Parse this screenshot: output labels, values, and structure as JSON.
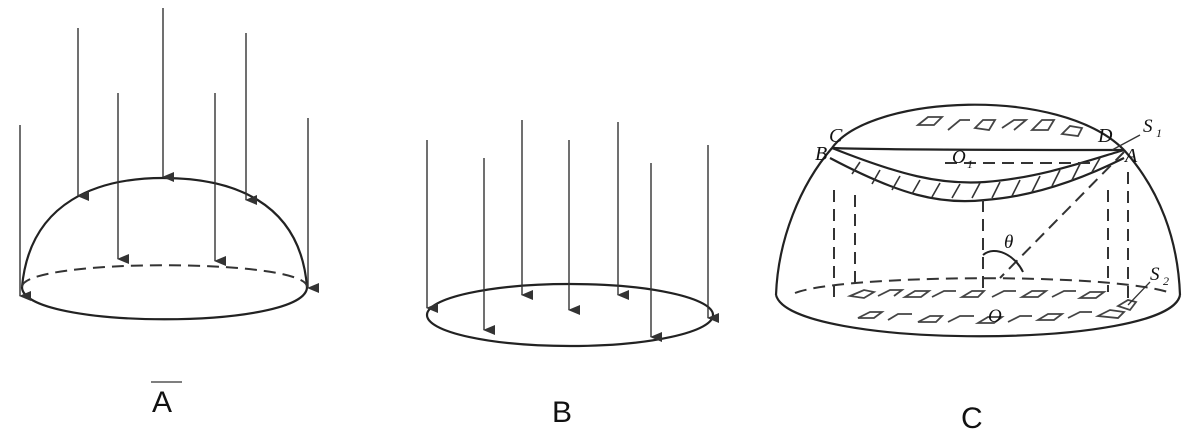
{
  "panels": {
    "a": {
      "caption": "A"
    },
    "b": {
      "caption": "B"
    },
    "c": {
      "caption": "C",
      "points": {
        "C": "C",
        "B": "B",
        "D": "D",
        "A": "A",
        "O1": "O",
        "O1_sub": "1",
        "O": "O",
        "theta": "θ",
        "S1": "S",
        "S1_sub": "1",
        "S2": "S",
        "S2_sub": "2"
      }
    }
  }
}
